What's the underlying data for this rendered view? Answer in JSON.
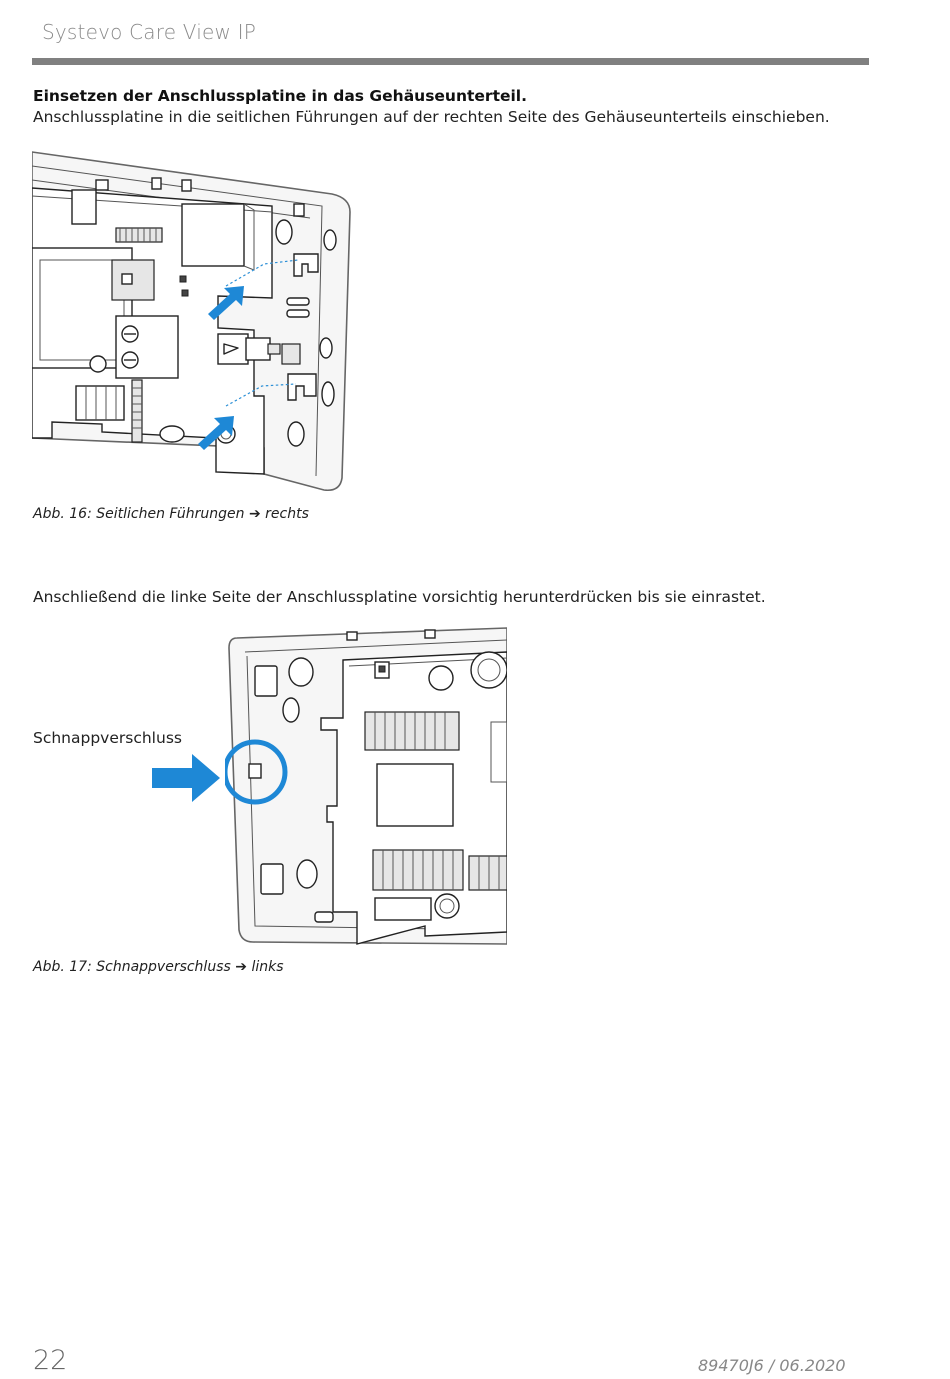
{
  "header": {
    "title": "Systevo Care View IP"
  },
  "section": {
    "heading": "Einsetzen der Anschlussplatine in das Gehäuseunterteil.",
    "text": "Anschlussplatine in die seitlichen Führungen auf der rechten Seite des Gehäuseunterteils einschieben."
  },
  "figure1": {
    "caption_prefix": "Abb. 16: Seitlichen Führungen",
    "caption_suffix": "rechts"
  },
  "step2": {
    "text": "Anschließend die linke Seite der Anschlussplatine vorsichtig herunterdrücken bis sie einrastet."
  },
  "figure2": {
    "callout_label": "Schnappverschluss",
    "caption_prefix": "Abb. 17: Schnappverschluss",
    "caption_suffix": "links"
  },
  "footer": {
    "page_number": "22",
    "doc_id": "89470J6 / 06.2020"
  },
  "colors": {
    "accent_blue": "#1e88d6",
    "rule_gray": "#808080",
    "header_gray": "#8a8a8a"
  },
  "icons": {
    "caption_arrow": "arrow-right-icon"
  }
}
